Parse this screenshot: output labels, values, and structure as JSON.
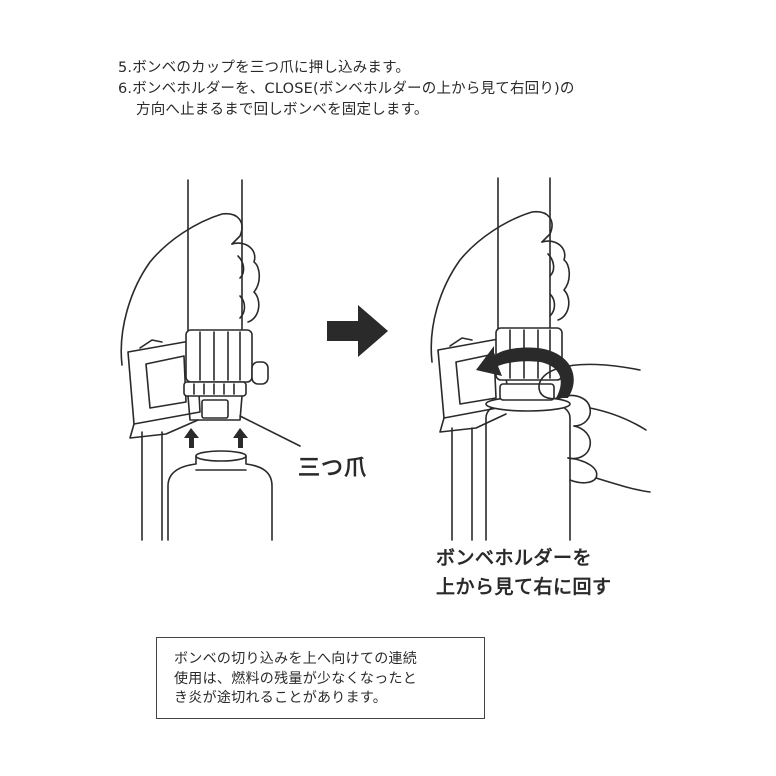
{
  "instructions": {
    "step5": "5.ボンベのカップを三つ爪に押し込みます。",
    "step6_line1": "6.ボンベホルダーを、CLOSE(ボンベホルダーの上から見て右回り)の",
    "step6_line2": "方向へ止まるまで回しボンベを固定します。"
  },
  "figure_left": {
    "callout_label": "三つ爪"
  },
  "figure_right": {
    "caption_line1": "ボンベホルダーを",
    "caption_line2": "上から見て右に回す"
  },
  "note": {
    "line1": "ボンベの切り込みを上へ向けての連続",
    "line2": "使用は、燃料の残量が少なくなったと",
    "line3": "き炎が途切れることがあります。"
  }
}
